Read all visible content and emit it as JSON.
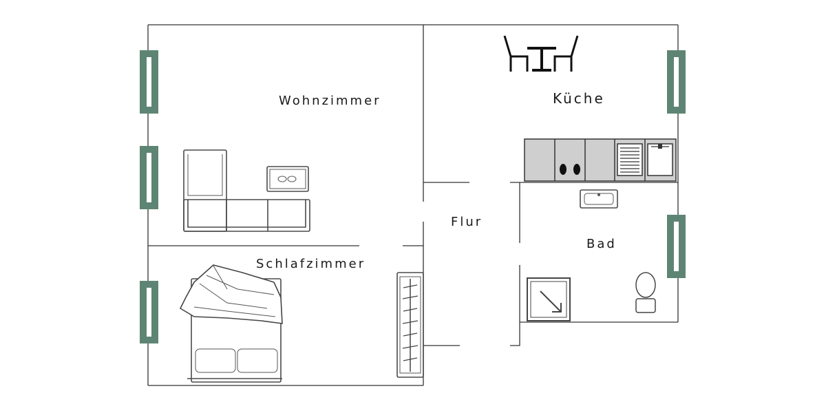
{
  "floorplan": {
    "rooms": {
      "wohnzimmer": "Wohnzimmer",
      "kueche": "Küche",
      "flur": "Flur",
      "bad": "Bad",
      "schlafzimmer": "Schlafzimmer"
    },
    "colors": {
      "window": "#5e8573",
      "wall": "#333333",
      "counter": "#cfcfcf",
      "background": "#ffffff"
    },
    "icons": [
      "window-icon",
      "sofa-icon",
      "coffee-table-icon",
      "dining-set-icon",
      "kitchen-counter-icon",
      "stove-icon",
      "oven-icon",
      "sink-icon",
      "shower-icon",
      "toilet-icon",
      "bed-icon",
      "wardrobe-icon"
    ]
  }
}
